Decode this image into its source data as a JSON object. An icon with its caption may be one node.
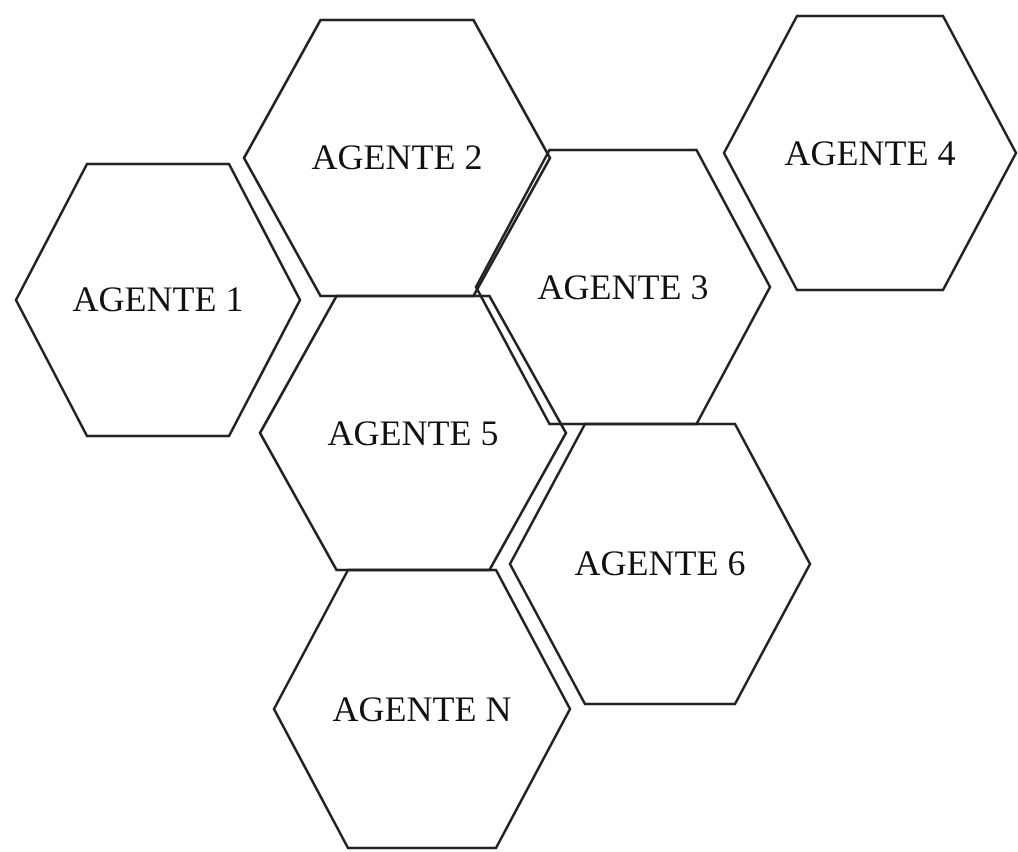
{
  "diagram": {
    "nodes": [
      {
        "text": [
          "AGENTE 1"
        ]
      },
      {
        "text": [
          "AGENTE 2"
        ]
      },
      {
        "text": [
          "AGENTE 3"
        ]
      },
      {
        "text": [
          "AGENTE 4"
        ]
      },
      {
        "text": [
          "AGENTE 5"
        ]
      },
      {
        "text": [
          "AGENTE 6"
        ]
      },
      {
        "text": [
          "AGENTE N"
        ]
      }
    ]
  }
}
